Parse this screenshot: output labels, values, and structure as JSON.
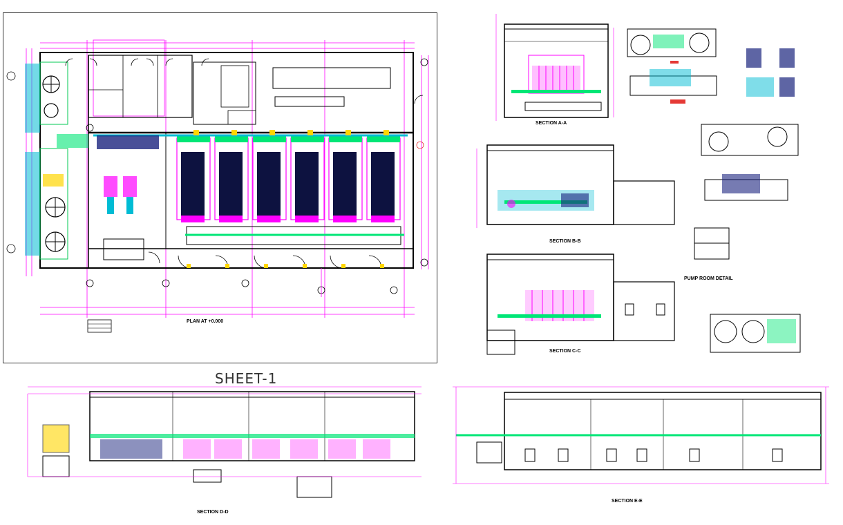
{
  "sheet": {
    "title": "SHEET-1"
  },
  "drawings": {
    "plan": {
      "title": "PLAN AT +0.000"
    },
    "section_1": {
      "title": "SECTION A-A"
    },
    "section_2": {
      "title": "SECTION B-B"
    },
    "section_3": {
      "title": "SECTION C-C"
    },
    "section_4": {
      "title": "SECTION D-D"
    },
    "section_5": {
      "title": "SECTION E-E"
    },
    "pump_detail": {
      "title": "PUMP ROOM DETAIL"
    }
  },
  "colors": {
    "dimension": "#ff00ff",
    "pipe": "#00e676",
    "duct": "#00bcd4",
    "equipment": "#1a237e",
    "wall": "#000000",
    "highlight": "#ffd600",
    "accent_red": "#e53935"
  }
}
